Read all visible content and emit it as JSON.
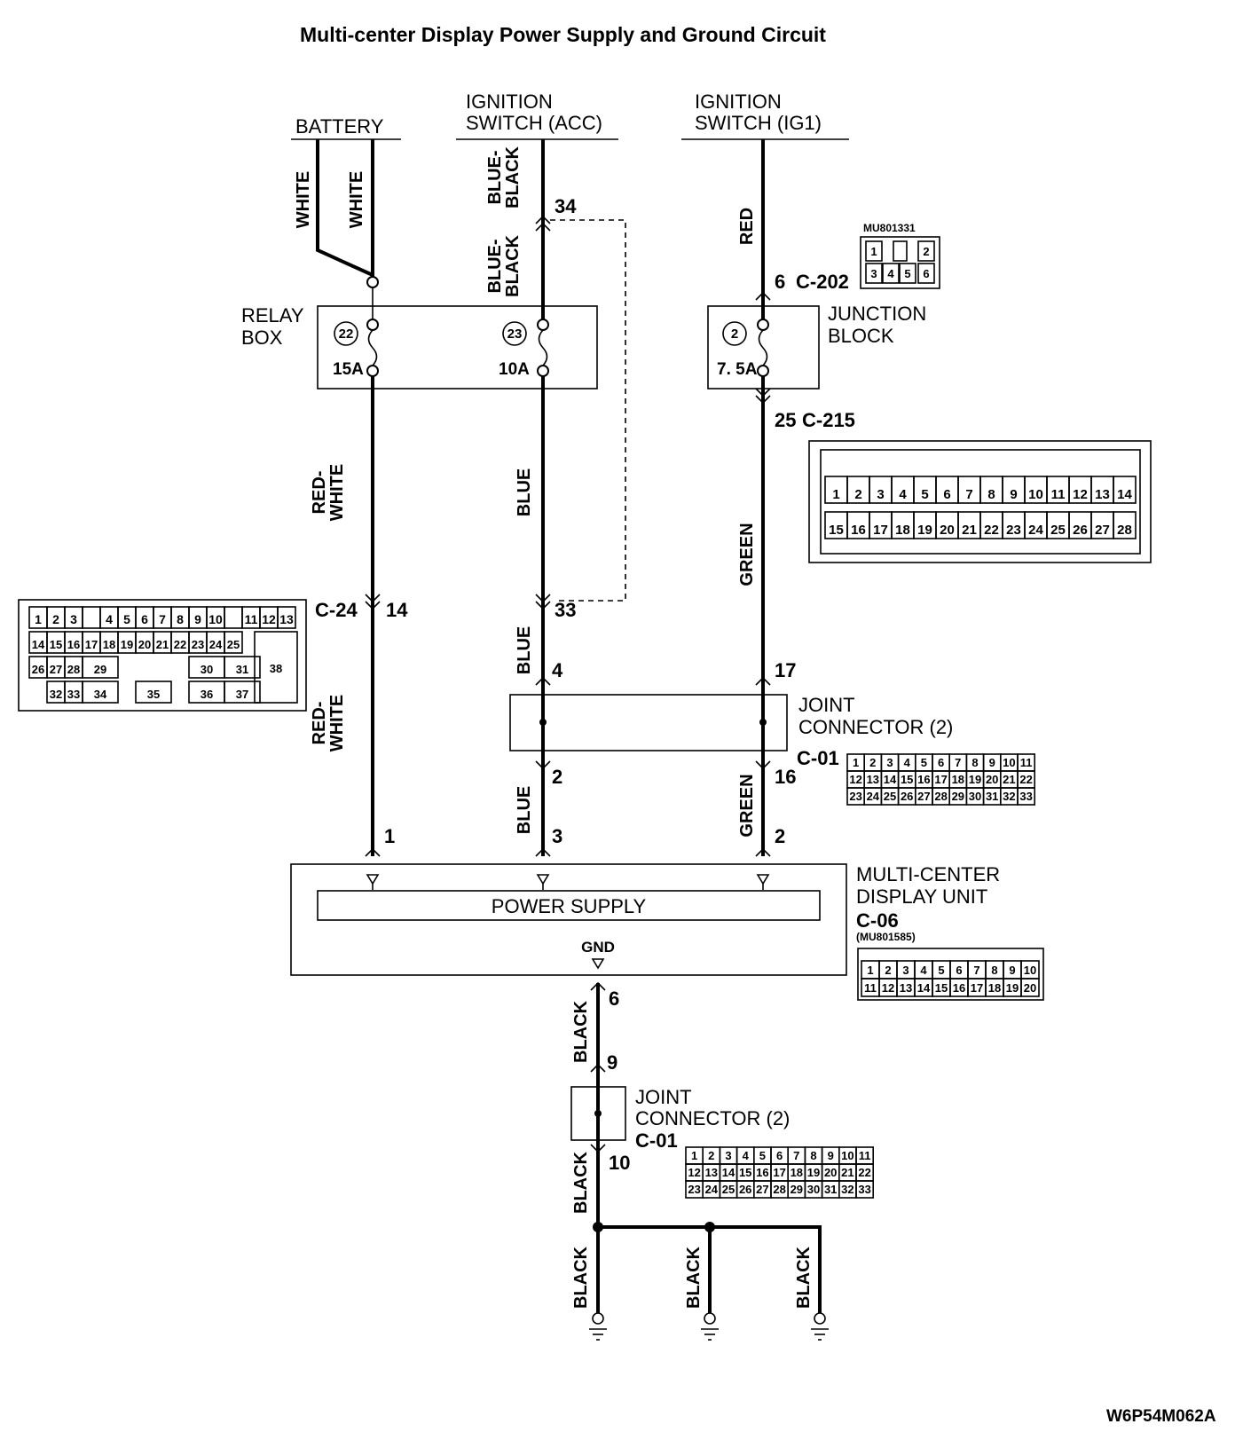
{
  "title": "Multi-center Display Power Supply and Ground Circuit",
  "figure_id": "W6P54M062A",
  "sources": {
    "battery": "BATTERY",
    "acc_line1": "IGNITION",
    "acc_line2": "SWITCH (ACC)",
    "ig1_line1": "IGNITION",
    "ig1_line2": "SWITCH (IG1)"
  },
  "relay_box": {
    "line1": "RELAY",
    "line2": "BOX",
    "fuse_a_no": "22",
    "fuse_a_amp": "15A",
    "fuse_b_no": "23",
    "fuse_b_amp": "10A"
  },
  "junction_block": {
    "line1": "JUNCTION",
    "line2": "BLOCK",
    "fuse_no": "2",
    "fuse_amp": "7. 5A",
    "part_no": "MU801331",
    "pins_top": [
      "1",
      "",
      "2"
    ],
    "pins_bottom": [
      "3",
      "4",
      "5",
      "6"
    ]
  },
  "wires": {
    "white1": "WHITE",
    "white2": "WHITE",
    "blue_black1": "BLUE-\nBLACK",
    "blue_black2": "BLUE-\nBLACK",
    "red": "RED",
    "red_white1": "RED-\nWHITE",
    "blue1": "BLUE",
    "green1": "GREEN",
    "red_white2": "RED-\nWHITE",
    "blue2": "BLUE",
    "blue3": "BLUE",
    "green2": "GREEN",
    "black1": "BLACK",
    "black2": "BLACK",
    "black3": "BLACK",
    "black4": "BLACK",
    "black5": "BLACK"
  },
  "connectors": {
    "c202": "C-202",
    "c202_pin": "6",
    "c215": "C-215",
    "c215_pin": "25",
    "c24": "C-24",
    "c24_pin14": "14",
    "c24_pin33": "33",
    "acc_pin34": "34",
    "jc_pin4": "4",
    "jc_pin17": "17",
    "jc_pin2": "2",
    "jc_pin16": "16",
    "jc_c01": "C-01",
    "mcd_pin1": "1",
    "mcd_pin3": "3",
    "mcd_pin2": "2",
    "gnd_pin6": "6",
    "jc2_pin9": "9",
    "jc2_pin10": "10",
    "jc2_c01": "C-01"
  },
  "joint_connector": {
    "line1": "JOINT",
    "line2": "CONNECTOR (2)"
  },
  "joint_connector2": {
    "line1": "JOINT",
    "line2": "CONNECTOR (2)"
  },
  "mcd_unit": {
    "line1": "MULTI-CENTER",
    "line2": "DISPLAY UNIT",
    "conn": "C-06",
    "part_no": "(MU801585)",
    "power_supply": "POWER SUPPLY",
    "gnd": "GND"
  },
  "c215_grid": {
    "row1": [
      "1",
      "2",
      "3",
      "4",
      "5",
      "6",
      "7",
      "8",
      "9",
      "10",
      "11",
      "12",
      "13",
      "14"
    ],
    "row2": [
      "15",
      "16",
      "17",
      "18",
      "19",
      "20",
      "21",
      "22",
      "23",
      "24",
      "25",
      "26",
      "27",
      "28"
    ]
  },
  "c01_grid": {
    "row1": [
      "1",
      "2",
      "3",
      "4",
      "5",
      "6",
      "7",
      "8",
      "9",
      "10",
      "11"
    ],
    "row2": [
      "12",
      "13",
      "14",
      "15",
      "16",
      "17",
      "18",
      "19",
      "20",
      "21",
      "22"
    ],
    "row3": [
      "23",
      "24",
      "25",
      "26",
      "27",
      "28",
      "29",
      "30",
      "31",
      "32",
      "33"
    ]
  },
  "c06_grid": {
    "row1": [
      "1",
      "2",
      "3",
      "4",
      "5",
      "6",
      "7",
      "8",
      "9",
      "10"
    ],
    "row2": [
      "11",
      "12",
      "13",
      "14",
      "15",
      "16",
      "17",
      "18",
      "19",
      "20"
    ]
  },
  "c24_grid": {
    "row1": [
      "1",
      "2",
      "3",
      "",
      "4",
      "5",
      "6",
      "7",
      "8",
      "9",
      "10",
      "",
      "11",
      "12",
      "13"
    ],
    "row2": [
      "14",
      "15",
      "16",
      "17",
      "18",
      "19",
      "20",
      "21",
      "22",
      "23",
      "24",
      "25"
    ],
    "row3": [
      "26",
      "27",
      "28",
      "29",
      "30",
      "31"
    ],
    "row4": [
      "32",
      "33",
      "34",
      "35",
      "36",
      "37"
    ],
    "big": "38"
  }
}
